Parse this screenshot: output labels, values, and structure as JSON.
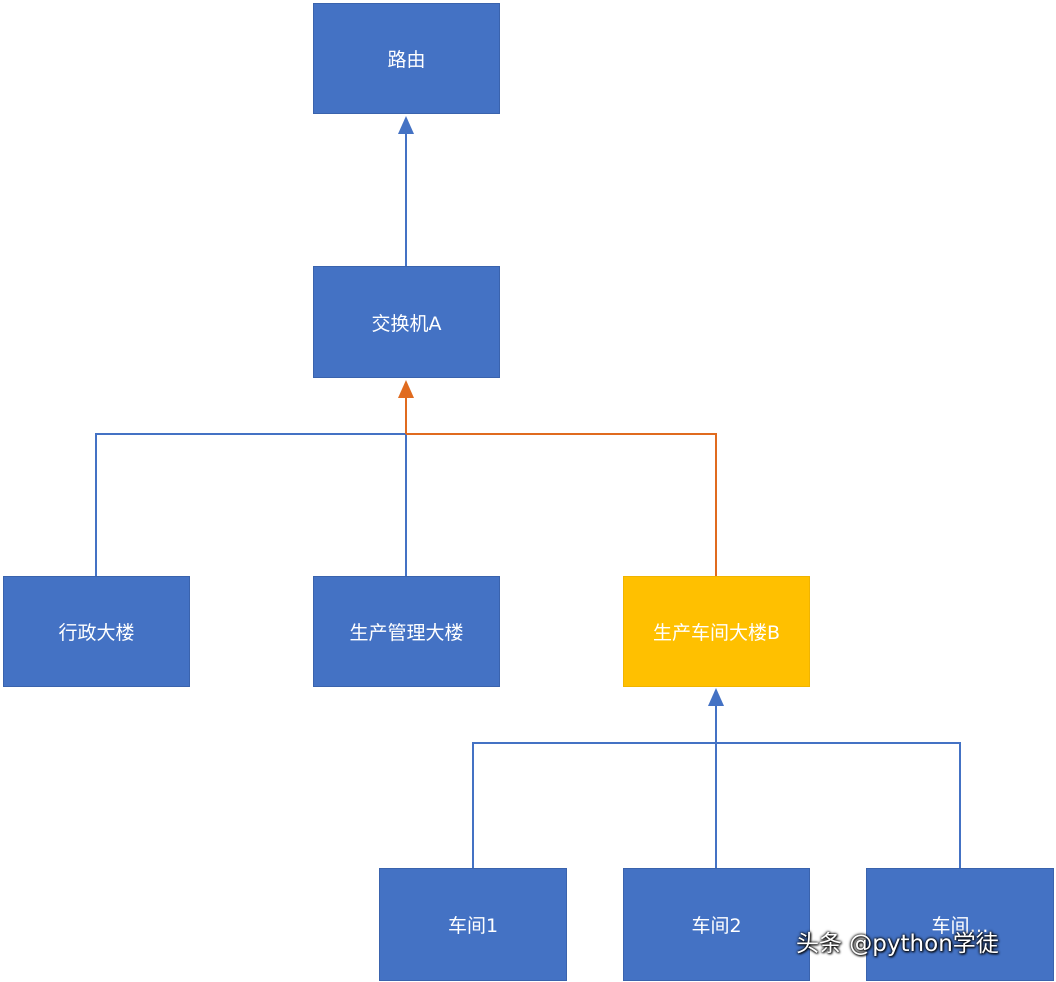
{
  "nodes": {
    "router": "路由",
    "switch_a": "交换机A",
    "admin_building": "行政大楼",
    "production_mgmt_building": "生产管理大楼",
    "workshop_building_b": "生产车间大楼B",
    "workshop_1": "车间1",
    "workshop_2": "车间2",
    "workshop_more": "车间…"
  },
  "colors": {
    "node_fill": "#4472c4",
    "highlight_fill": "#ffc000",
    "line_blue": "#4472c4",
    "line_orange": "#e06b1f"
  },
  "watermark": "头条 @python学徒"
}
